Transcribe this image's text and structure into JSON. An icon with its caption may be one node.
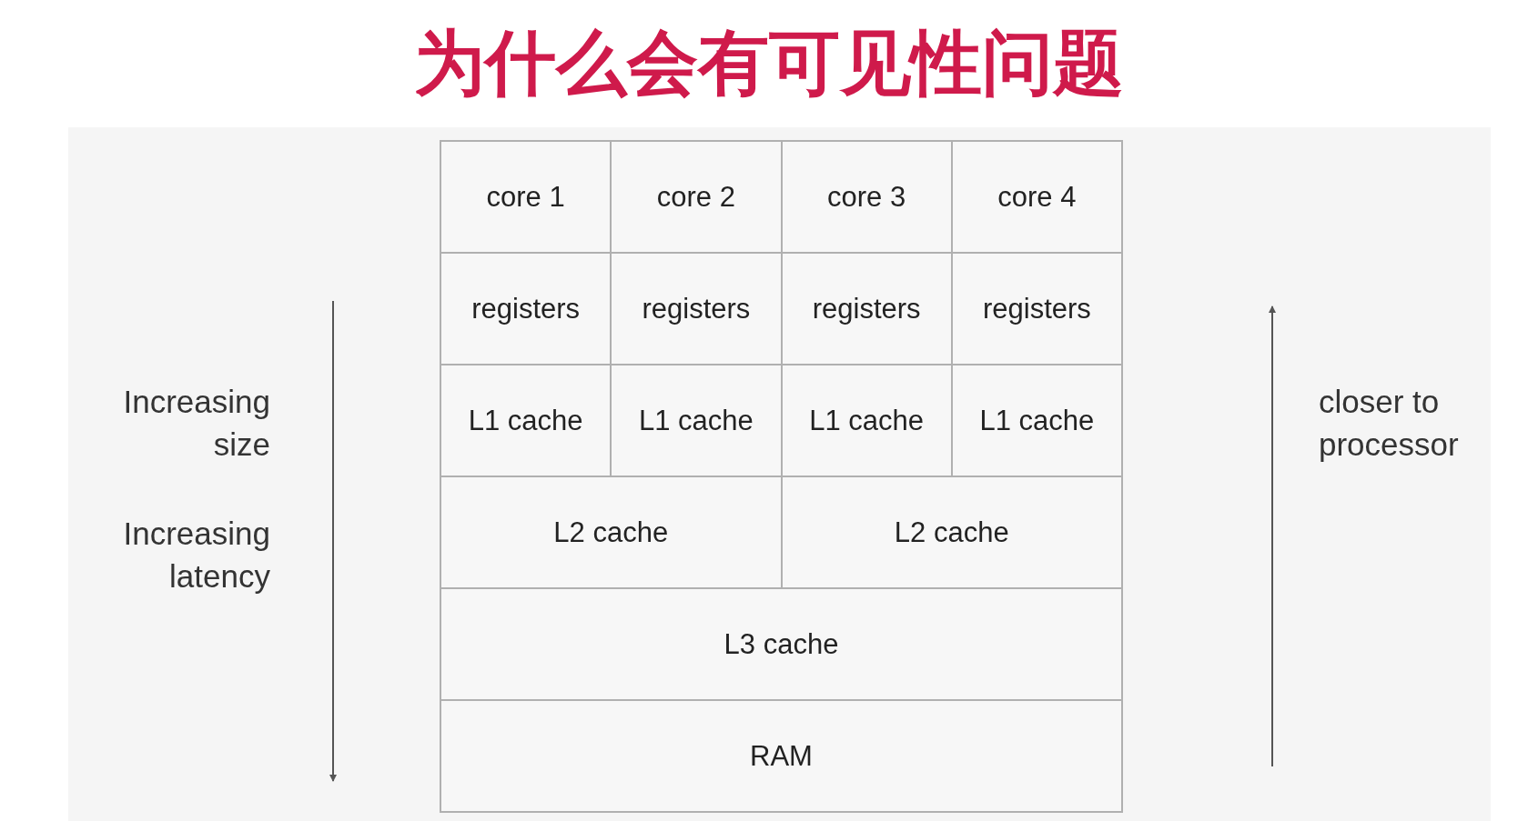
{
  "diagram": {
    "title": "为什么会有可见性问题",
    "nodes": [
      {
        "text": [
          "core 1"
        ]
      },
      {
        "text": [
          "core 2"
        ]
      },
      {
        "text": [
          "core 3"
        ]
      },
      {
        "text": [
          "core 4"
        ]
      },
      {
        "text": [
          "registers"
        ]
      },
      {
        "text": [
          "registers"
        ]
      },
      {
        "text": [
          "registers"
        ]
      },
      {
        "text": [
          "registers"
        ]
      },
      {
        "text": [
          "L1 cache"
        ]
      },
      {
        "text": [
          "L1 cache"
        ]
      },
      {
        "text": [
          "L1 cache"
        ]
      },
      {
        "text": [
          "L1 cache"
        ]
      },
      {
        "text": [
          "L2 cache"
        ]
      },
      {
        "text": [
          "L2 cache"
        ]
      },
      {
        "text": [
          "L3 cache"
        ]
      },
      {
        "text": [
          "RAM"
        ]
      }
    ],
    "labels": [
      "Increasing size",
      "Increasing latency",
      "closer to processor"
    ]
  }
}
